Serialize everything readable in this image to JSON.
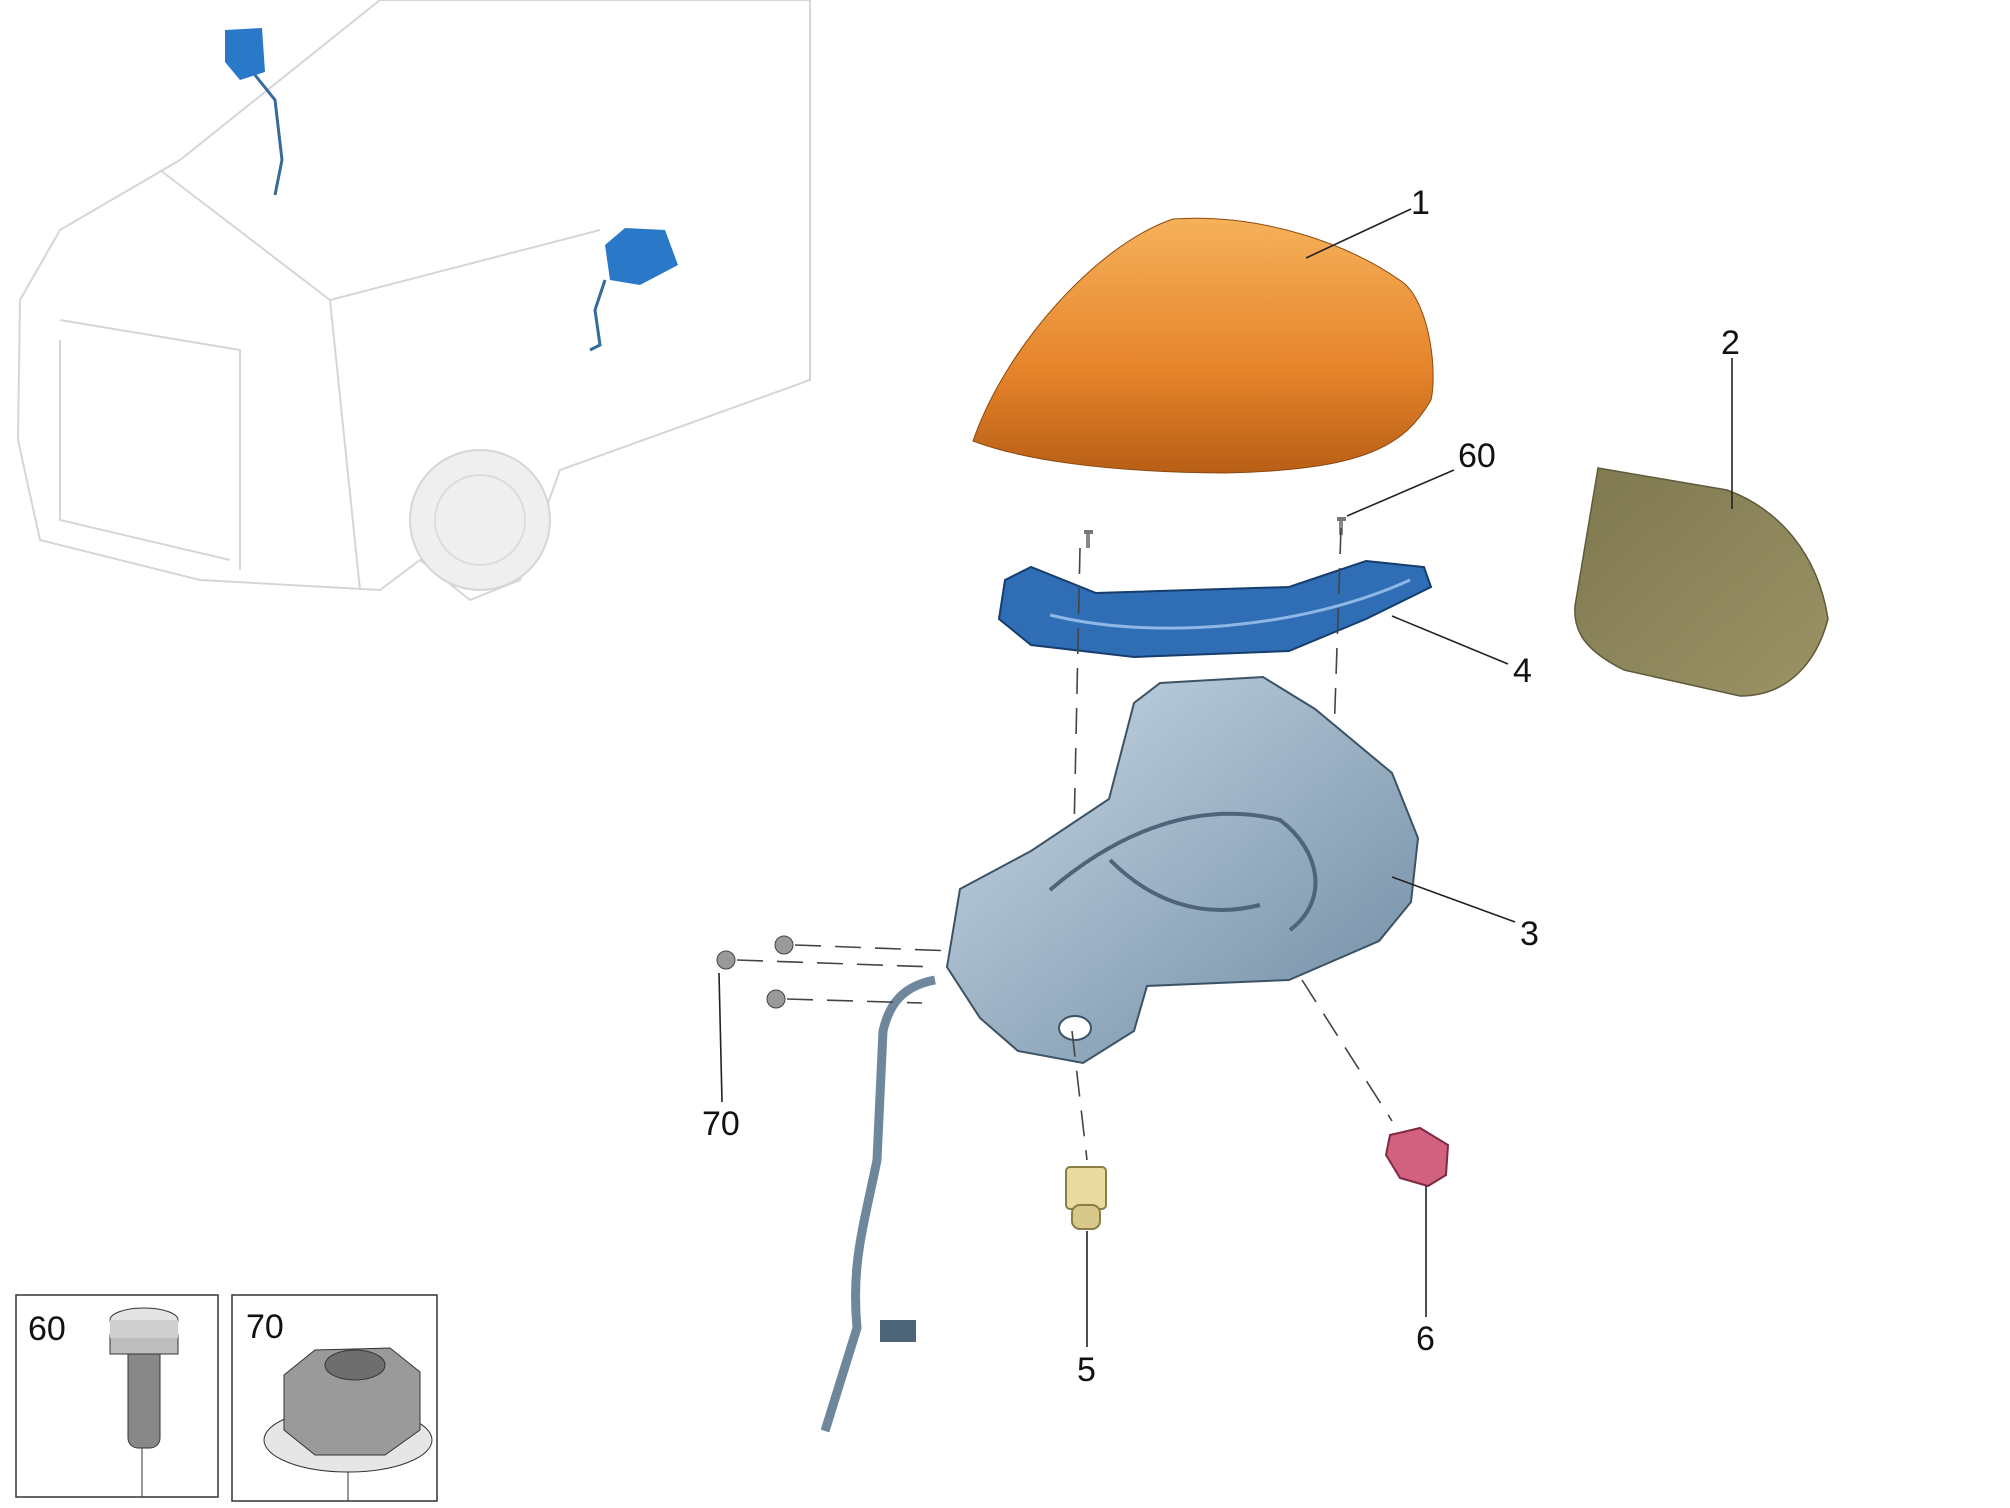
{
  "diagram": {
    "part_labels": {
      "cover": "1",
      "mirror_glass": "2",
      "housing": "3",
      "indicator": "4",
      "part_5": "5",
      "part_6": "6",
      "screw": "60",
      "nut": "70"
    },
    "insets": [
      {
        "label": "60"
      },
      {
        "label": "70"
      }
    ],
    "colors": {
      "cover": "#e98a2e",
      "glass": "#8a8356",
      "indicator": "#2f6db5",
      "housing": "#8fa6ba",
      "part_5": "#e8dca0",
      "part_6": "#d2607f",
      "car_mirror": "#2a78c8"
    }
  }
}
